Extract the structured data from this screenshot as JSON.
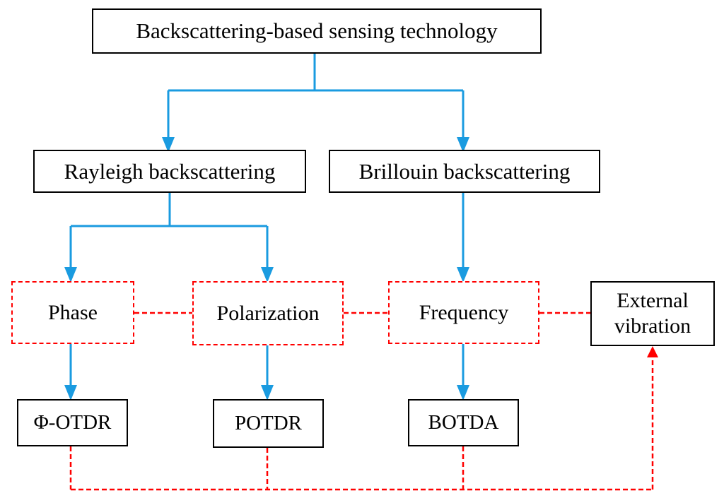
{
  "colors": {
    "tree_arrow": "#1a9be0",
    "link_dashed": "#ff0000",
    "box_border": "#000000"
  },
  "nodes": {
    "root": "Backscattering-based sensing technology",
    "rayleigh": "Rayleigh backscattering",
    "brillouin": "Brillouin backscattering",
    "phase": "Phase",
    "polarization": "Polarization",
    "frequency": "Frequency",
    "external_line1": "External",
    "external_line2": "vibration",
    "phi_otdr": "Φ-OTDR",
    "potdr": "POTDR",
    "botda": "BOTDA"
  }
}
